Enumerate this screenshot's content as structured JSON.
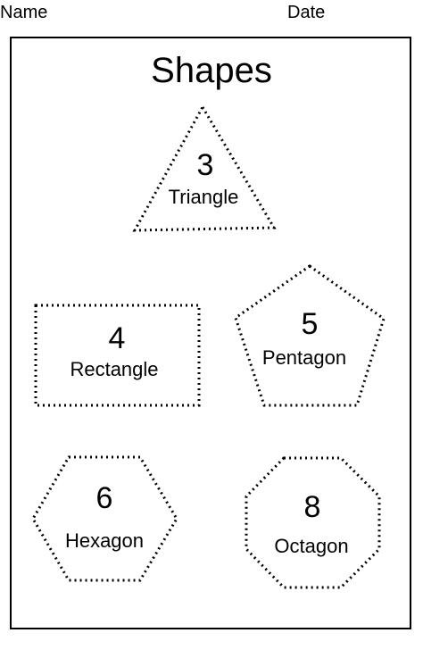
{
  "header": {
    "name_label": "Name",
    "date_label": "Date"
  },
  "worksheet": {
    "title": "Shapes",
    "shapes": [
      {
        "number": "3",
        "name": "Triangle"
      },
      {
        "number": "4",
        "name": "Rectangle"
      },
      {
        "number": "5",
        "name": "Pentagon"
      },
      {
        "number": "6",
        "name": "Hexagon"
      },
      {
        "number": "8",
        "name": "Octagon"
      }
    ]
  }
}
